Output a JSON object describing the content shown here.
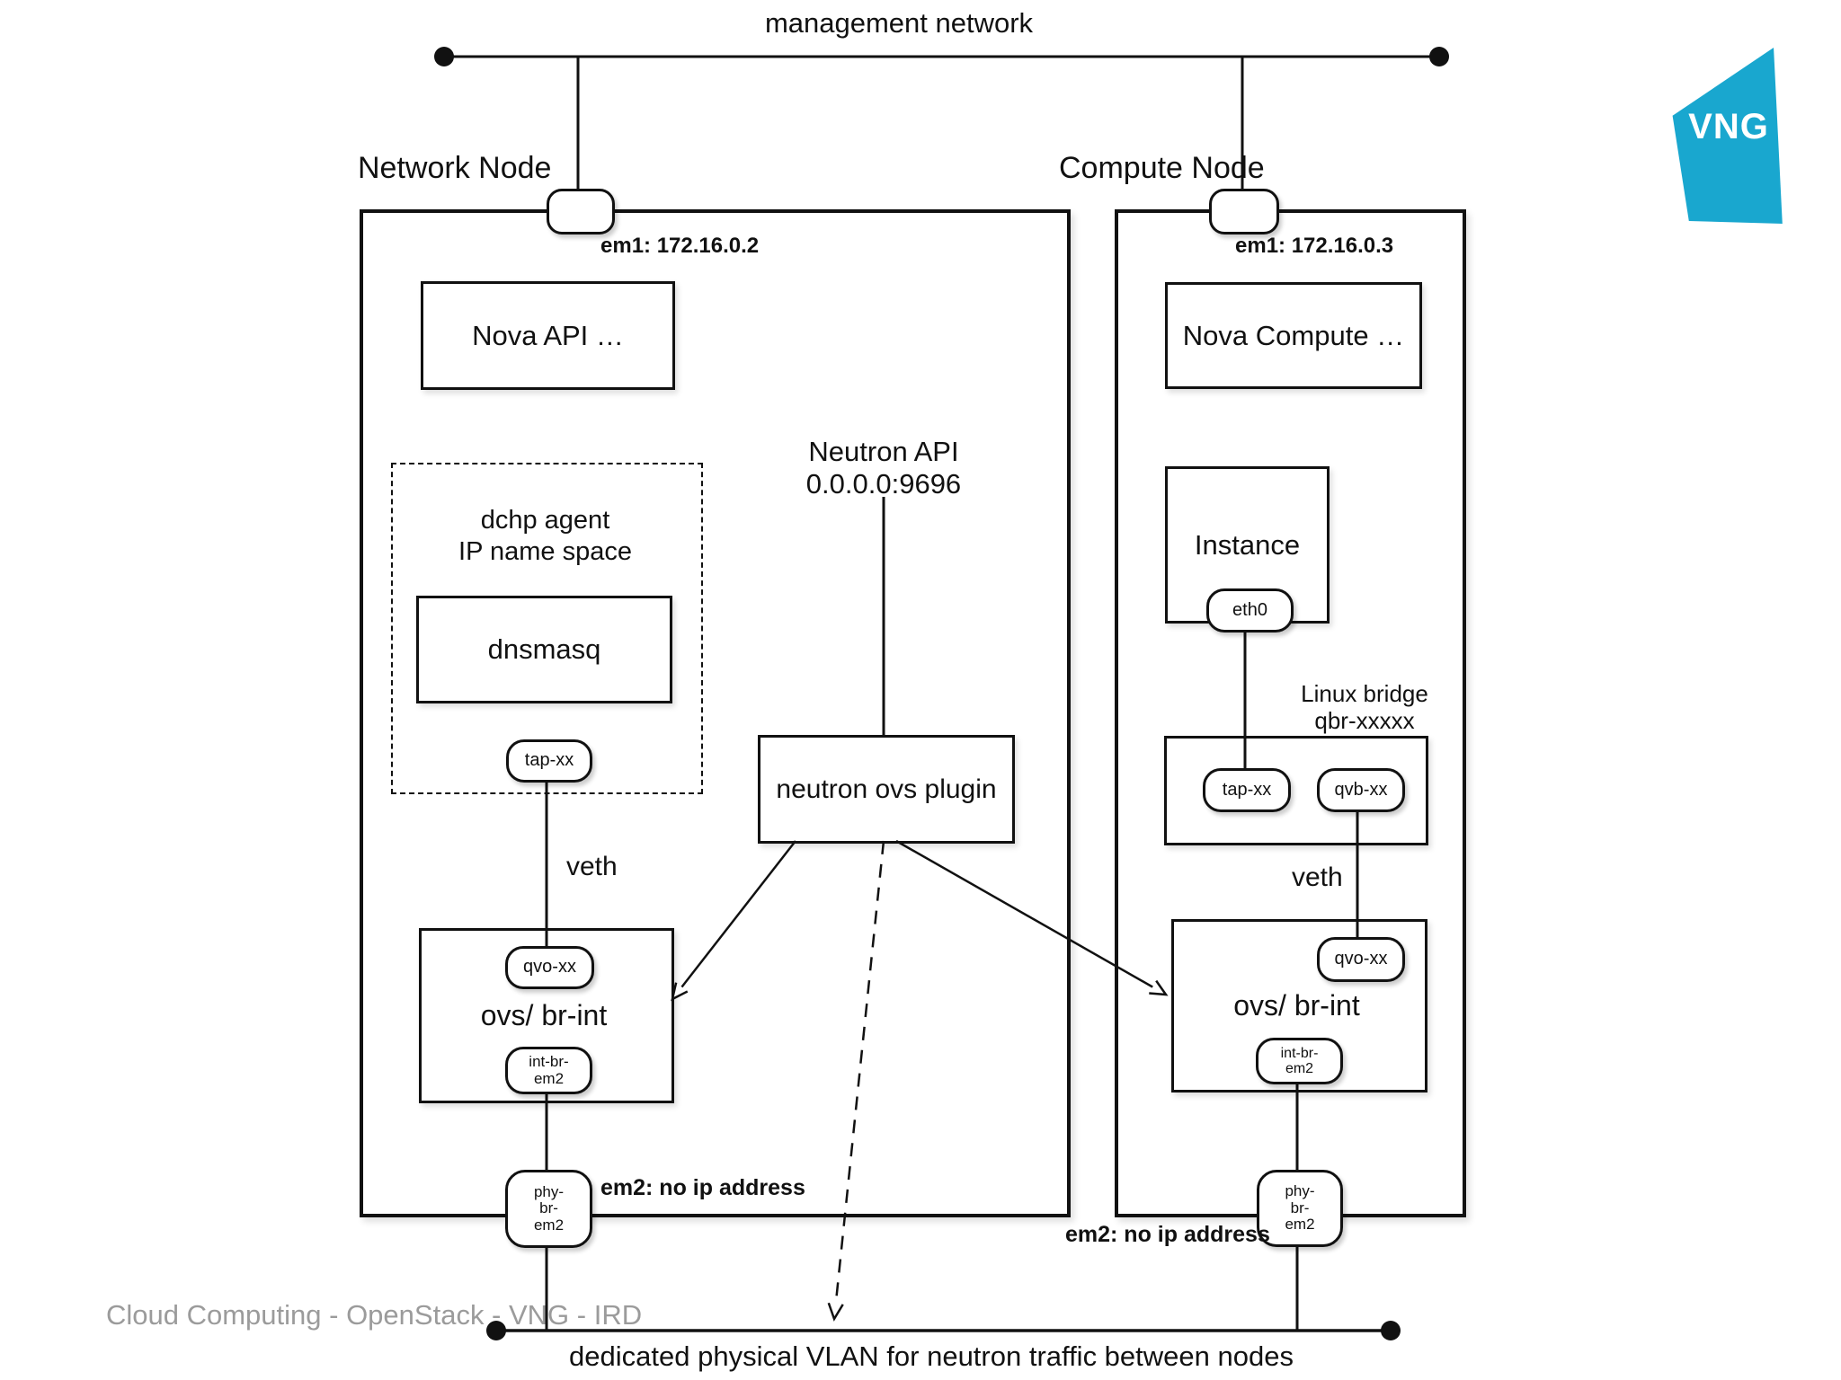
{
  "page": {
    "title_top": "management network",
    "vlan_caption": "dedicated physical VLAN for neutron traffic between nodes",
    "credit": "Cloud Computing - OpenStack - VNG - IRD"
  },
  "logo": {
    "text": "VNG",
    "color": "#19a7cf"
  },
  "neutron": {
    "api_name": "Neutron API",
    "api_addr": "0.0.0.0:9696",
    "plugin": "neutron ovs plugin"
  },
  "network_node": {
    "title": "Network Node",
    "em1": "em1: 172.16.0.2",
    "em2": "em2: no ip address",
    "nova_api": "Nova API …",
    "dhcp_line1": "dchp agent",
    "dhcp_line2": "IP name space",
    "dnsmasq": "dnsmasq",
    "tap": "tap-xx",
    "veth": "veth",
    "qvo": "qvo-xx",
    "br_int": "ovs/ br-int",
    "int_br_line1": "int-br-",
    "int_br_line2": "em2",
    "phy_br_line1": "phy-",
    "phy_br_line2": "br-",
    "phy_br_line3": "em2"
  },
  "compute_node": {
    "title": "Compute Node",
    "em1": "em1: 172.16.0.3",
    "em2": "em2: no ip address",
    "nova_compute": "Nova Compute …",
    "instance": "Instance",
    "eth0": "eth0",
    "linux_bridge_line1": "Linux bridge",
    "linux_bridge_line2": "qbr-xxxxx",
    "tap": "tap-xx",
    "qvb": "qvb-xx",
    "veth": "veth",
    "qvo": "qvo-xx",
    "br_int": "ovs/ br-int",
    "int_br_line1": "int-br-",
    "int_br_line2": "em2",
    "phy_br_line1": "phy-",
    "phy_br_line2": "br-",
    "phy_br_line3": "em2"
  }
}
